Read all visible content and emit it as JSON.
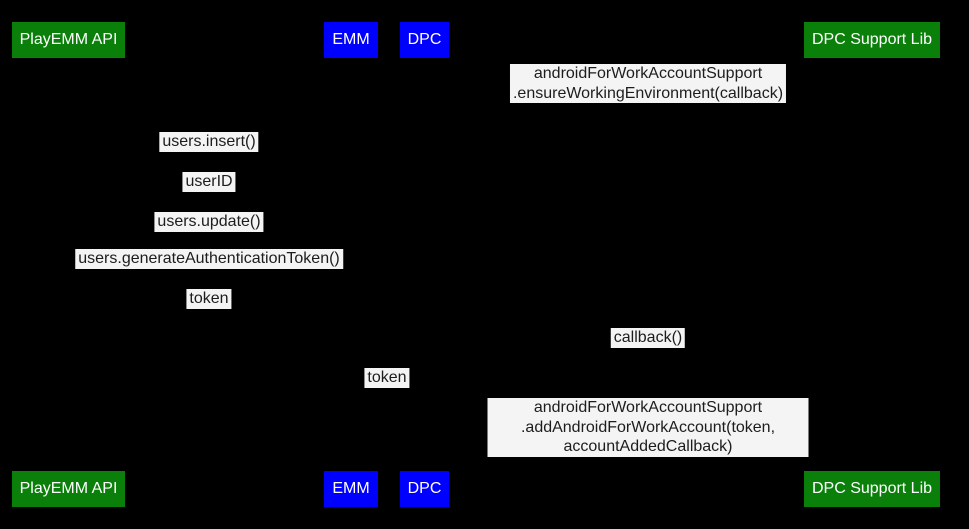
{
  "diagram": {
    "type": "sequence-diagram",
    "background": "#000000",
    "label_bg": "#f4f4f4",
    "label_text": "#1d1d1d",
    "actors": [
      {
        "label": "PlayEMM API",
        "color": "#0a800a",
        "text_color": "#ffffff"
      },
      {
        "label": "EMM",
        "color": "#0000fe",
        "text_color": "#ffffff"
      },
      {
        "label": "DPC",
        "color": "#0000fe",
        "text_color": "#ffffff"
      },
      {
        "label": "DPC Support Lib",
        "color": "#0a800a",
        "text_color": "#ffffff"
      }
    ],
    "messages": [
      {
        "label": "androidForWorkAccountSupport\n.ensureWorkingEnvironment(callback)"
      },
      {
        "label": "users.insert()"
      },
      {
        "label": "userID"
      },
      {
        "label": "users.update()"
      },
      {
        "label": "users.generateAuthenticationToken()"
      },
      {
        "label": "token"
      },
      {
        "label": "callback()"
      },
      {
        "label": "token"
      },
      {
        "label": "androidForWorkAccountSupport\n.addAndroidForWorkAccount(token, accountAddedCallback)"
      }
    ]
  }
}
